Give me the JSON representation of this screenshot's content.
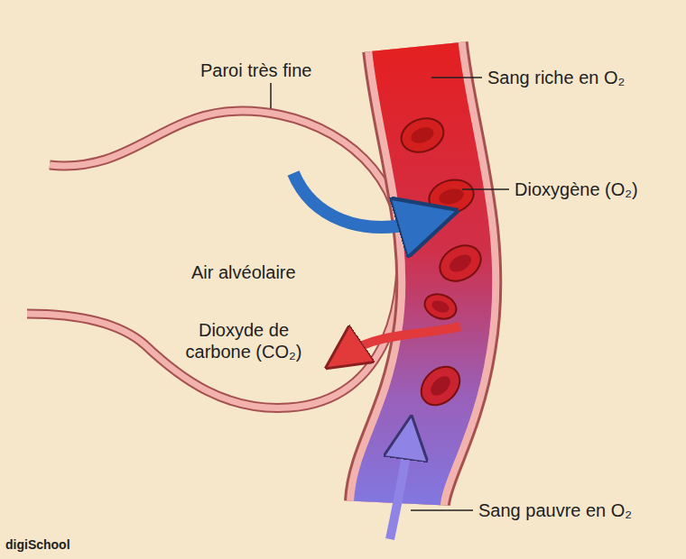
{
  "diagram": {
    "labels": [
      "Paroi très fine",
      "Sang riche en O₂",
      "Dioxygène (O₂)",
      "Air alvéolaire",
      "Dioxyde de carbone (CO₂)",
      "Sang pauvre en O₂",
      "digiSchool"
    ]
  }
}
